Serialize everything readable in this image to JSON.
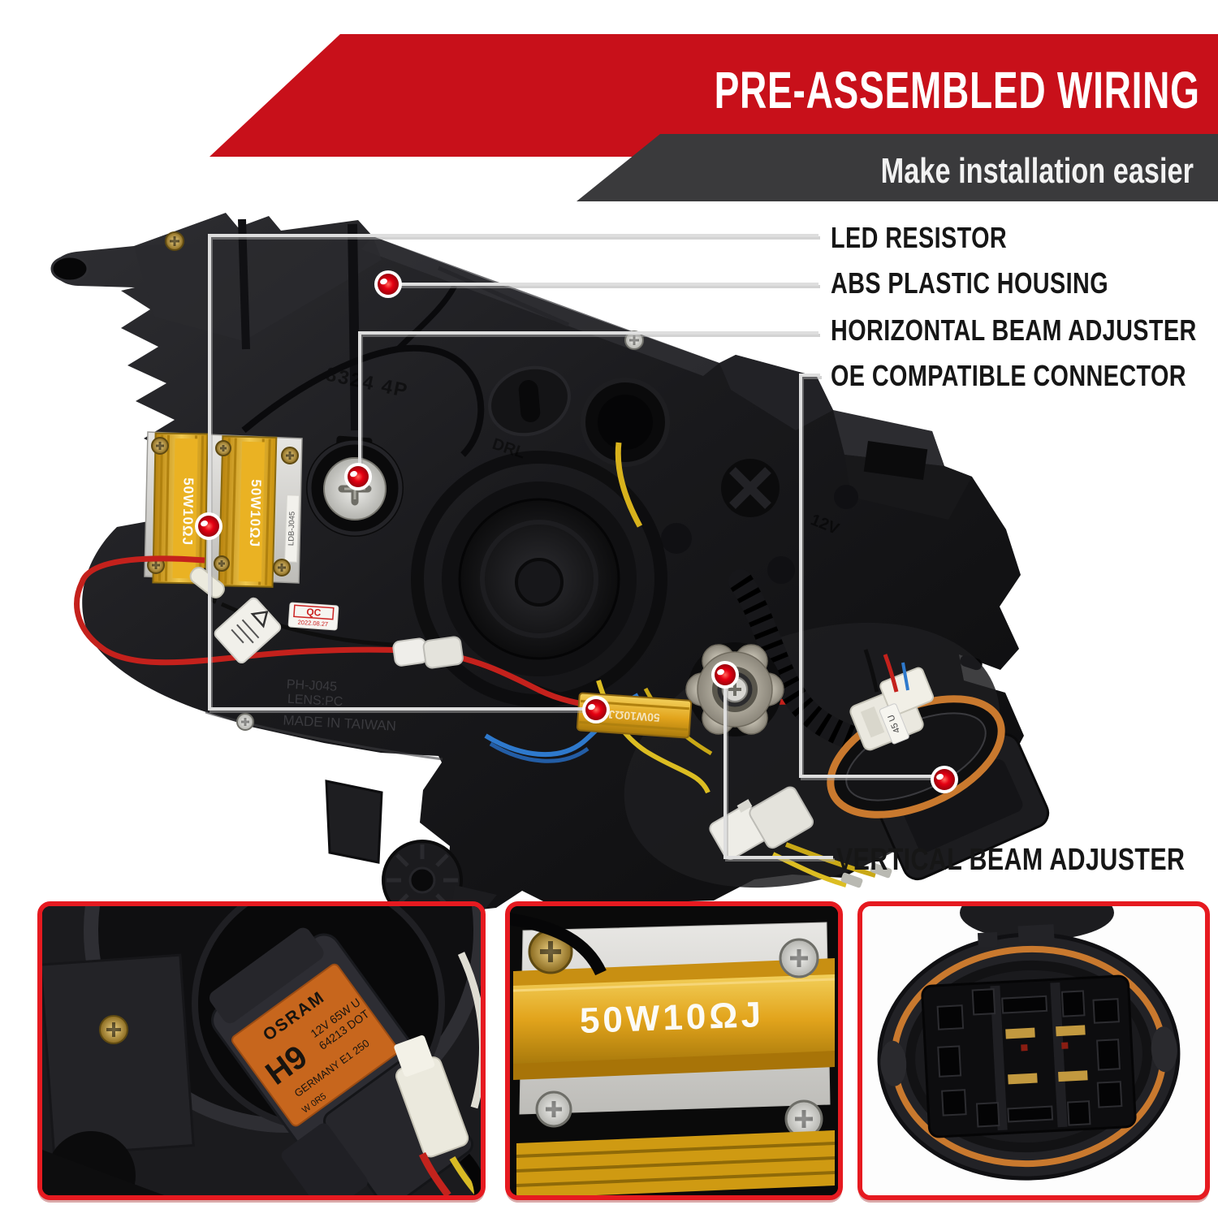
{
  "banner": {
    "title": "PRE-ASSEMBLED WIRING",
    "subtitle": "Make installation easier"
  },
  "callouts": {
    "led_resistor": "LED RESISTOR",
    "abs_housing": "ABS PLASTIC HOUSING",
    "horizontal_adjuster": "HORIZONTAL BEAM ADJUSTER",
    "oe_connector": "OE COMPATIBLE CONNECTOR",
    "vertical_adjuster": "VERTICAL BEAM ADJUSTER"
  },
  "part_markings": {
    "resistor_rating": "50W10ΩJ",
    "resistor_bracket_code": "LDB-J045",
    "qc_label": "QC",
    "qc_date": "2022.08.27",
    "housing_code": "PH-J045",
    "lens_material": "LENS:PC",
    "origin": "MADE IN TAIWAN",
    "mold_code": "8324 4P",
    "voltage_marking": "12V",
    "drl_marking": "DRL",
    "connector_tag": "45 U"
  },
  "thumbnails": {
    "bulb_label": {
      "brand": "OSRAM",
      "model": "H9",
      "spec_line1": "12V 65W U",
      "spec_line2": "64213 DOT",
      "spec_line3": "GERMANY E1 250",
      "spec_line4": "W 0R5"
    },
    "resistor_rating": "50W10ΩJ"
  },
  "colors": {
    "banner_red": "#c8101a",
    "banner_gray": "#3a3a3c",
    "callout_dot_red": "#e60012",
    "thumbnail_border_red": "#e61a20",
    "resistor_gold": "#e2a41c",
    "bulb_label_orange": "#c7661d",
    "gasket_orange": "#c9792e"
  }
}
